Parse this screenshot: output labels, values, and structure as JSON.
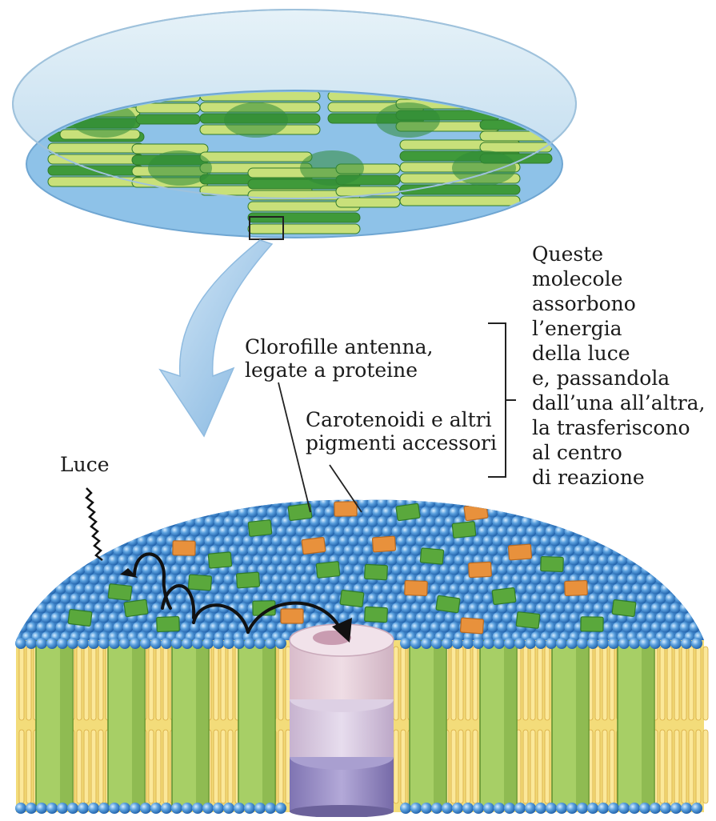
{
  "labels": {
    "luce": "Luce",
    "clorofille": [
      "Clorofille antenna,",
      "legate a proteine"
    ],
    "carotenoidi": [
      "Carotenoidi e altri",
      "pigmenti accessori"
    ],
    "queste": [
      "Queste",
      "molecole",
      "assorbono",
      "l’energia",
      "della luce",
      "e, passandola",
      "dall’una all’altra,",
      "la trasferiscono",
      "al centro",
      "di reazione"
    ]
  },
  "colors": {
    "chloroplast_envelope": "#cfe6f3",
    "stroma": "#8ec2e8",
    "thylakoid_light": "#c8e07a",
    "thylakoid_dark": "#3f9a3a",
    "membrane_bead": "#4d93d6",
    "chlorophyll": "#5aa83c",
    "carotenoid": "#e8913c",
    "lipid": "#f2d872",
    "transmembrane": "#a7cf66",
    "reaction_center_top": "#e8cfd9",
    "reaction_center_mid": "#d7c2dc",
    "reaction_center_bottom": "#9f93c8",
    "arrow": "#a5cbea"
  }
}
